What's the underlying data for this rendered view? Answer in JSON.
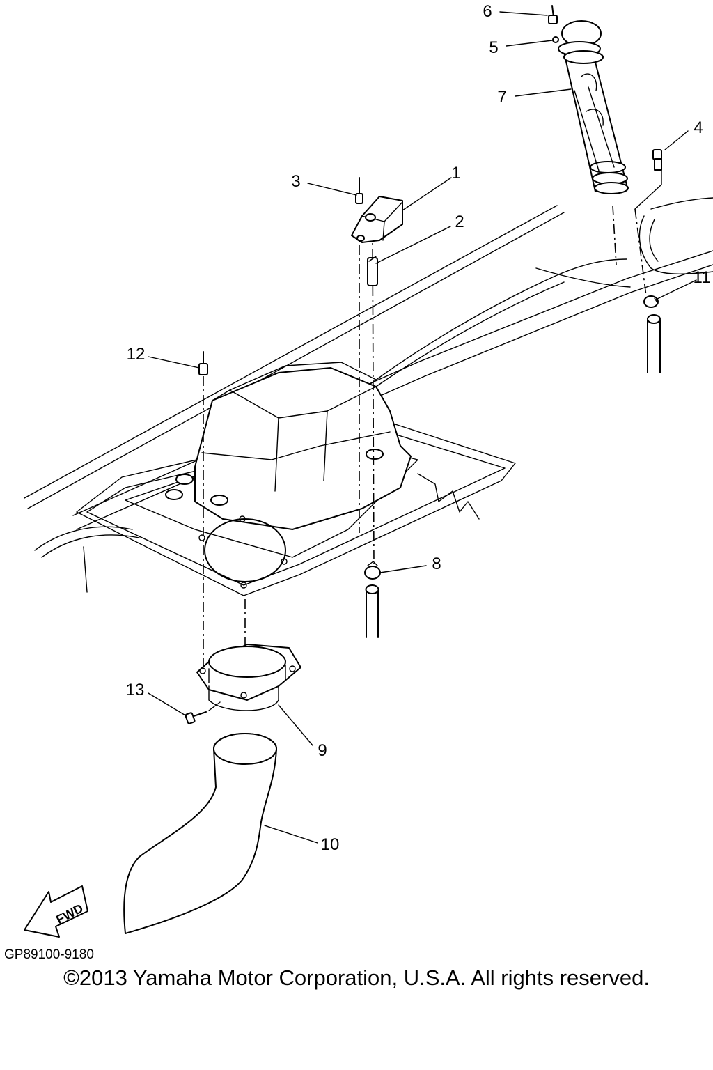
{
  "callouts": [
    {
      "id": "1",
      "label": "1"
    },
    {
      "id": "2",
      "label": "2"
    },
    {
      "id": "3",
      "label": "3"
    },
    {
      "id": "4",
      "label": "4"
    },
    {
      "id": "5",
      "label": "5"
    },
    {
      "id": "6",
      "label": "6"
    },
    {
      "id": "7",
      "label": "7"
    },
    {
      "id": "8",
      "label": "8"
    },
    {
      "id": "9",
      "label": "9"
    },
    {
      "id": "10",
      "label": "10"
    },
    {
      "id": "11",
      "label": "11"
    },
    {
      "id": "12",
      "label": "12"
    },
    {
      "id": "13",
      "label": "13"
    }
  ],
  "direction_label": "FWD",
  "diagram_code": "GP89100-9180",
  "copyright": "©2013 Yamaha Motor Corporation, U.S.A. All rights reserved."
}
